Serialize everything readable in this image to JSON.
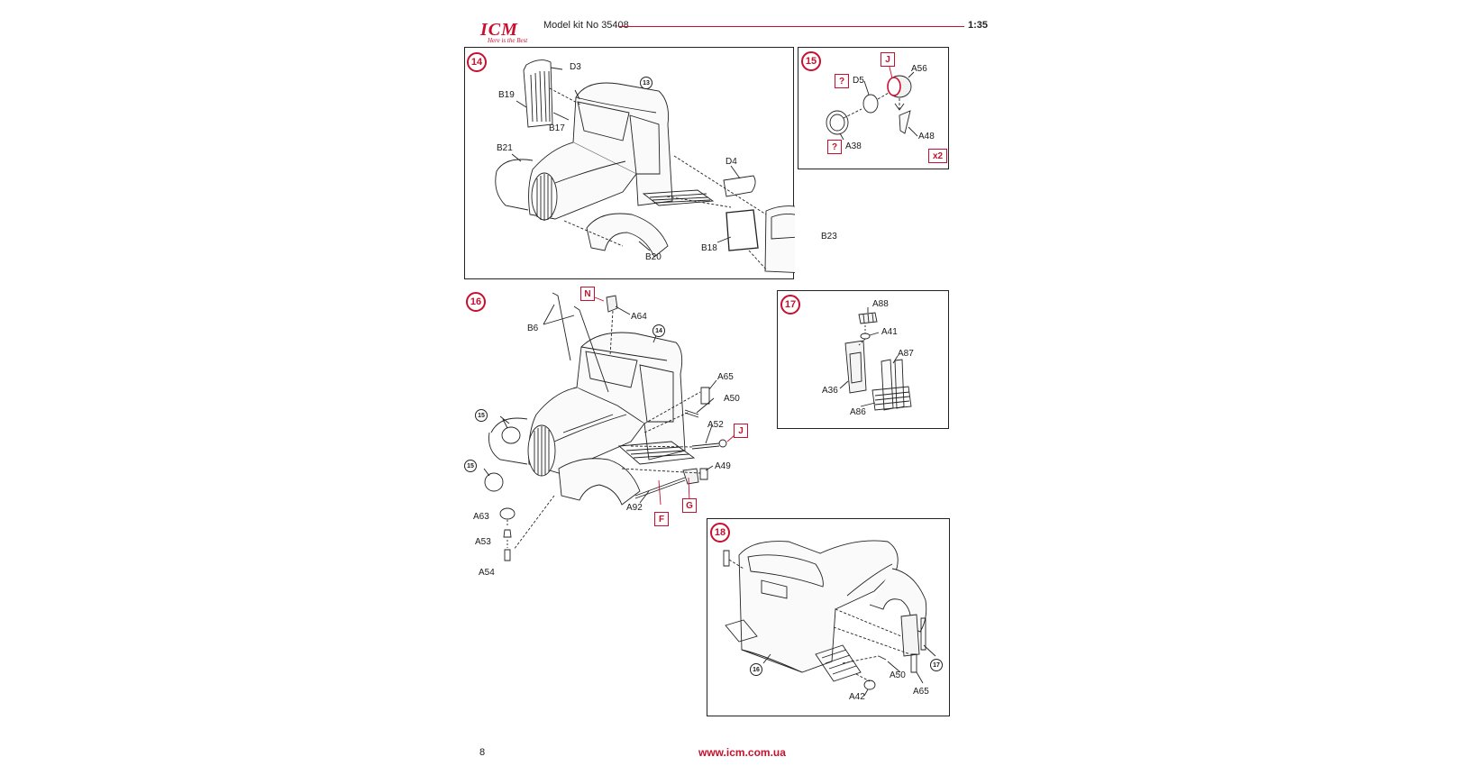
{
  "header": {
    "logo_text": "ICM",
    "logo_tagline": "Here is the Best",
    "kit_label": "Model kit No 35408",
    "scale": "1:35"
  },
  "colors": {
    "accent": "#c8102e",
    "line": "#222222"
  },
  "steps": {
    "s14": {
      "number": "14",
      "parts": {
        "D3": "D3",
        "B19": "B19",
        "B17": "B17",
        "B21": "B21",
        "D4": "D4",
        "B18": "B18",
        "B23": "B23",
        "B20": "B20"
      },
      "refs": {
        "cab": "13"
      }
    },
    "s15": {
      "number": "15",
      "parts": {
        "D5": "D5",
        "A56": "A56",
        "A38": "A38",
        "A48": "A48"
      },
      "paint": {
        "d5": "?",
        "a56": "J",
        "a38": "?"
      },
      "multiplier": "x2"
    },
    "s16": {
      "number": "16",
      "parts": {
        "A64": "A64",
        "B6": "B6",
        "A65": "A65",
        "A50": "A50",
        "A52": "A52",
        "A49": "A49",
        "A92": "A92",
        "A63": "A63",
        "A53": "A53",
        "A54": "A54"
      },
      "paint": {
        "a64": "N",
        "a52": "J",
        "a49": "G",
        "a92": "F"
      },
      "refs": {
        "cab": "14",
        "lamp_top": "15",
        "lamp_bottom": "15"
      }
    },
    "s17": {
      "number": "17",
      "parts": {
        "A88": "A88",
        "A41": "A41",
        "A87": "A87",
        "A36": "A36",
        "A86": "A86"
      }
    },
    "s18": {
      "number": "18",
      "parts": {
        "A50": "A50",
        "A42": "A42",
        "A65": "A65"
      },
      "refs": {
        "cab": "16",
        "bracket": "17"
      }
    }
  },
  "footer": {
    "page_number": "8",
    "website": "www.icm.com.ua"
  }
}
